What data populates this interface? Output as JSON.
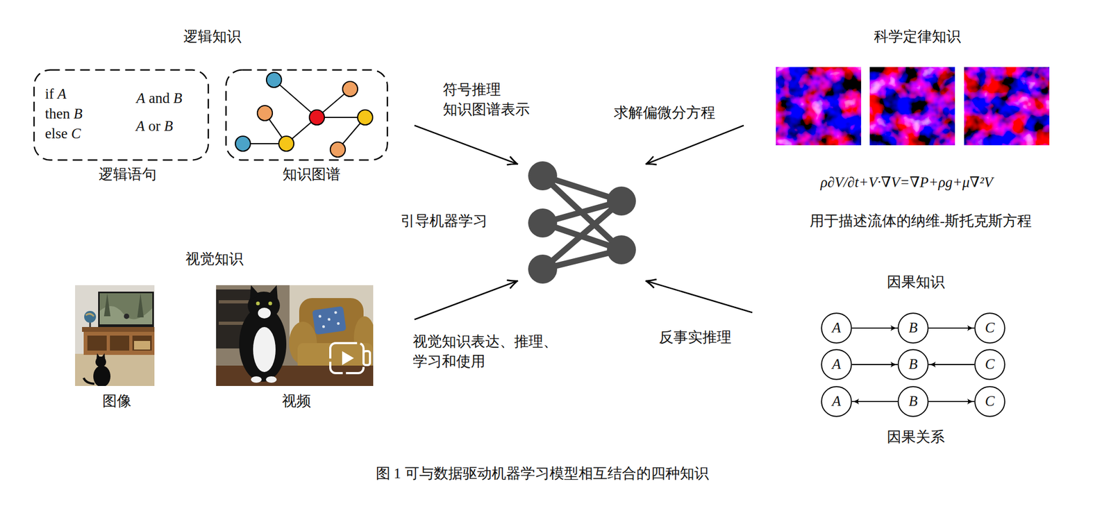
{
  "diagram": {
    "caption": "图 1 可与数据驱动机器学习模型相互结合的四种知识",
    "nodes": [
      {
        "text": [
          "if A then B else C",
          "A and B",
          "A or B",
          "逻辑语句"
        ]
      },
      {
        "text": [
          "知识图谱"
        ]
      },
      {
        "text": [
          "A"
        ]
      },
      {
        "text": [
          "B"
        ]
      },
      {
        "text": [
          "C"
        ]
      },
      {
        "text": [
          "A"
        ]
      },
      {
        "text": [
          "B"
        ]
      },
      {
        "text": [
          "C"
        ]
      },
      {
        "text": [
          "A"
        ]
      },
      {
        "text": [
          "B"
        ]
      },
      {
        "text": [
          "C"
        ]
      }
    ],
    "edges": [
      {
        "from": 2,
        "to": 3,
        "arrow": "to"
      },
      {
        "from": 3,
        "to": 4,
        "arrow": "to"
      },
      {
        "from": 5,
        "to": 6,
        "arrow": "to"
      },
      {
        "from": 7,
        "to": 6,
        "arrow": "to"
      },
      {
        "from": 9,
        "to": 8,
        "arrow": "to"
      },
      {
        "from": 9,
        "to": 10,
        "arrow": "to"
      }
    ],
    "labels": [
      "逻辑知识",
      "符号推理 知识图谱表示",
      "科学定律知识",
      "求解偏微分方程",
      "ρ∂V/∂t+V·∇V=∇P+ρg+μ∇²V",
      "用于描述流体的纳维-斯托克斯方程",
      "引导机器学习",
      "视觉知识",
      "视觉知识表达、推理、学习和使用",
      "反事实推理",
      "图像",
      "视频",
      "因果知识",
      "因果关系"
    ]
  }
}
